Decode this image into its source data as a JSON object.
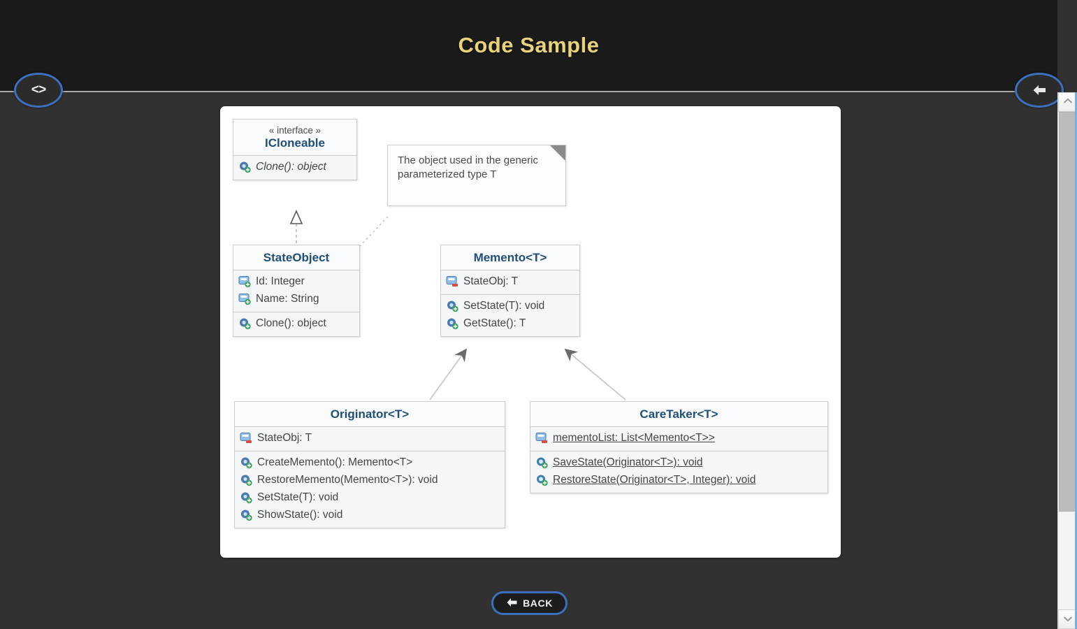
{
  "header": {
    "title": "Code Sample",
    "code_button_icon": "code-brackets-icon",
    "code_button_label": "<>",
    "back_arrow_icon": "arrow-left-icon"
  },
  "diagram": {
    "kind": "uml-class-diagram",
    "note": {
      "text": "The object used in the generic parameterized type T"
    },
    "classes": [
      {
        "id": "icloneable",
        "stereotype": "« interface »",
        "name": "ICloneable",
        "attributes": [],
        "methods": [
          {
            "label": "Clone(): object",
            "icon": "method-icon",
            "italic": true,
            "static": false
          }
        ]
      },
      {
        "id": "stateobject",
        "stereotype": "",
        "name": "StateObject",
        "attributes": [
          {
            "label": "Id: Integer",
            "icon": "property-icon",
            "static": false
          },
          {
            "label": "Name: String",
            "icon": "property-icon",
            "static": false
          }
        ],
        "methods": [
          {
            "label": "Clone(): object",
            "icon": "method-icon",
            "italic": false,
            "static": false
          }
        ]
      },
      {
        "id": "memento",
        "stereotype": "",
        "name": "Memento<T>",
        "attributes": [
          {
            "label": "StateObj: T",
            "icon": "private-property-icon",
            "static": false
          }
        ],
        "methods": [
          {
            "label": "SetState(T): void",
            "icon": "method-icon",
            "italic": false,
            "static": false
          },
          {
            "label": "GetState(): T",
            "icon": "method-icon",
            "italic": false,
            "static": false
          }
        ]
      },
      {
        "id": "originator",
        "stereotype": "",
        "name": "Originator<T>",
        "attributes": [
          {
            "label": "StateObj: T",
            "icon": "private-property-icon",
            "static": false
          }
        ],
        "methods": [
          {
            "label": "CreateMemento(): Memento<T>",
            "icon": "method-icon",
            "italic": false,
            "static": false
          },
          {
            "label": "RestoreMemento(Memento<T>): void",
            "icon": "method-icon",
            "italic": false,
            "static": false
          },
          {
            "label": "SetState(T): void",
            "icon": "method-icon",
            "italic": false,
            "static": false
          },
          {
            "label": "ShowState(): void",
            "icon": "method-icon",
            "italic": false,
            "static": false
          }
        ]
      },
      {
        "id": "caretaker",
        "stereotype": "",
        "name": "CareTaker<T>",
        "attributes": [
          {
            "label": "mementoList: List<Memento<T>>",
            "icon": "private-property-icon",
            "static": true
          }
        ],
        "methods": [
          {
            "label": "SaveState(Originator<T>): void",
            "icon": "static-method-icon",
            "italic": false,
            "static": true
          },
          {
            "label": "RestoreState(Originator<T>, Integer): void",
            "icon": "static-method-icon",
            "italic": false,
            "static": true
          }
        ]
      }
    ],
    "relationships": [
      {
        "from": "stateobject",
        "to": "icloneable",
        "type": "realization"
      },
      {
        "from": "note",
        "to": "stateobject",
        "type": "note-anchor"
      },
      {
        "from": "originator",
        "to": "memento",
        "type": "dependency"
      },
      {
        "from": "caretaker",
        "to": "memento",
        "type": "dependency"
      }
    ]
  },
  "footer": {
    "back_label": "BACK",
    "back_icon": "arrow-left-icon"
  },
  "scrollbar": {
    "up_icon": "chevron-up-icon",
    "down_icon": "chevron-down-icon"
  },
  "colors": {
    "header_bg": "#1a1a1a",
    "title_gold": "#e8d27a",
    "accent_blue": "#3c6fbd",
    "class_title_blue": "#1f4e79",
    "panel_bg": "#ffffff",
    "page_bg": "#313131"
  }
}
